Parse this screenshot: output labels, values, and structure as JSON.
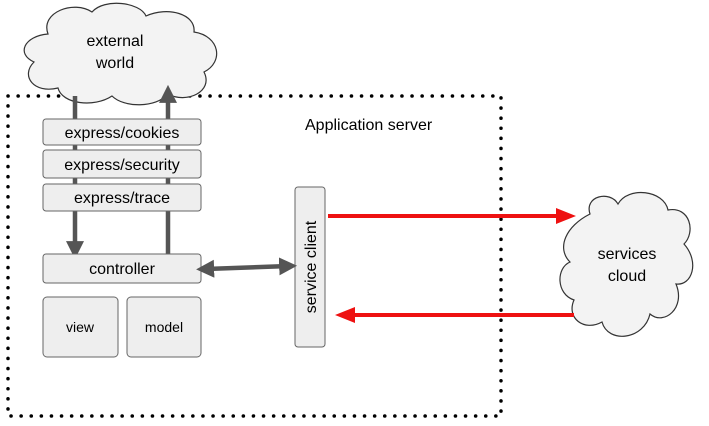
{
  "clouds": {
    "external_line1": "external",
    "external_line2": "world",
    "services_line1": "services",
    "services_line2": "cloud"
  },
  "app_server": {
    "label": "Application server"
  },
  "middleware": [
    {
      "label": "express/cookies"
    },
    {
      "label": "express/security"
    },
    {
      "label": "express/trace"
    }
  ],
  "controller": {
    "label": "controller"
  },
  "view": {
    "label": "view"
  },
  "model": {
    "label": "model"
  },
  "service_client": {
    "label": "service client"
  },
  "colors": {
    "arrow_gray": "#555555",
    "arrow_red": "#ee1111",
    "box_fill": "#eeeeee",
    "cloud_fill": "#f3f3f3"
  }
}
